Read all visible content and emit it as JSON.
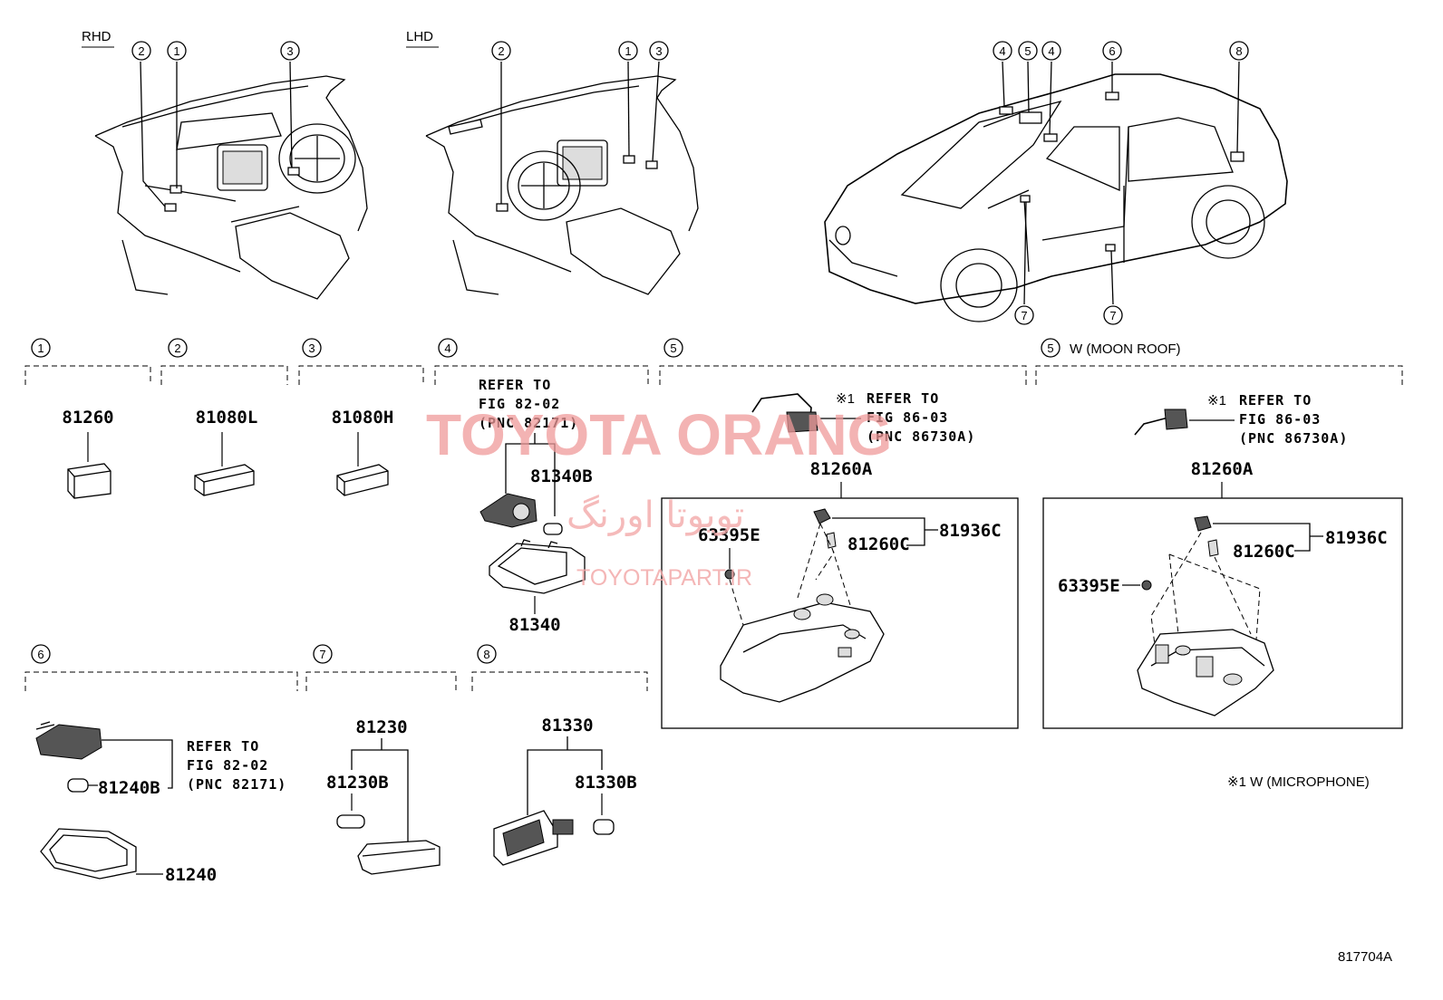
{
  "headers": {
    "rhd": "RHD",
    "lhd": "LHD"
  },
  "callouts": {
    "c1": "1",
    "c2": "2",
    "c3": "3",
    "c4": "4",
    "c5": "5",
    "c6": "6",
    "c7": "7",
    "c8": "8"
  },
  "sections": {
    "s5_moonroof_note": "W (MOON ROOF)"
  },
  "parts": {
    "p81260": "81260",
    "p81080L": "81080L",
    "p81080H": "81080H",
    "p81340B": "81340B",
    "p81340": "81340",
    "p81260A_1": "81260A",
    "p81260A_2": "81260A",
    "p63395E_1": "63395E",
    "p63395E_2": "63395E",
    "p81260C_1": "81260C",
    "p81260C_2": "81260C",
    "p81936C_1": "81936C",
    "p81936C_2": "81936C",
    "p81240B": "81240B",
    "p81240": "81240",
    "p81230": "81230",
    "p81230B": "81230B",
    "p81330": "81330",
    "p81330B": "81330B"
  },
  "refs": {
    "r4_l1": "REFER TO",
    "r4_l2": "FIG 82-02",
    "r4_l3": "(PNC 82171)",
    "r5_l1": "REFER TO",
    "r5_l2": "FIG 86-03",
    "r5_l3": "(PNC 86730A)",
    "r5m_l1": "REFER TO",
    "r5m_l2": "FIG 86-03",
    "r5m_l3": "(PNC 86730A)",
    "r6_l1": "REFER TO",
    "r6_l2": "FIG 82-02",
    "r6_l3": "(PNC 82171)"
  },
  "notes": {
    "mark1": "※1",
    "mark2": "※1",
    "microphone": "※1 W (MICROPHONE)"
  },
  "watermark": {
    "brand": "TOYOTA ORANG",
    "persian": "تویوتا اورنگ",
    "site": "TOYOTAPART.IR"
  },
  "figure_id": "817704A"
}
